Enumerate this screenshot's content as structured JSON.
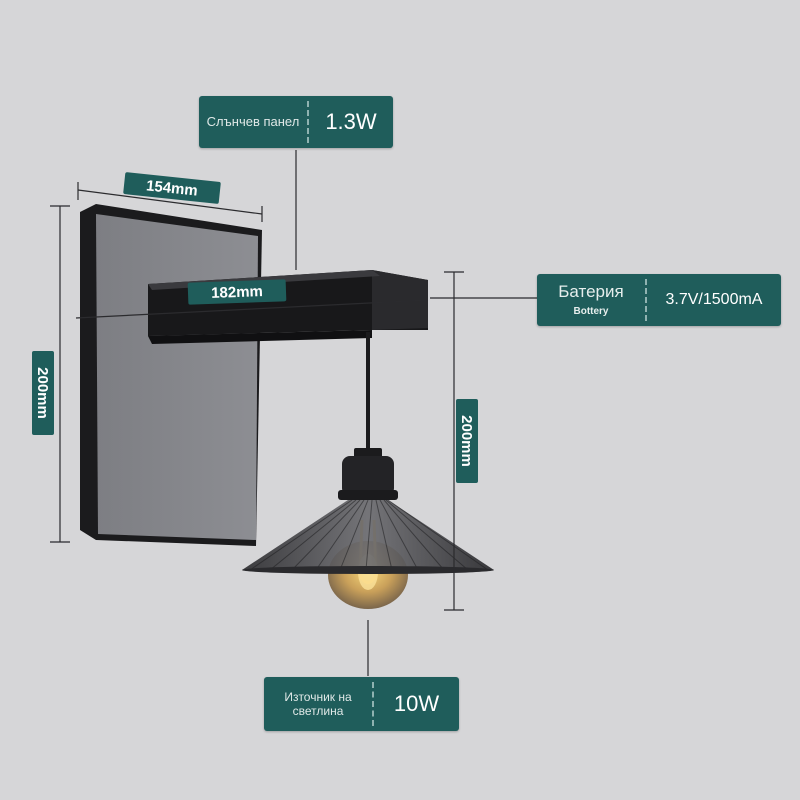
{
  "solar_panel": {
    "label": "Слънчев панел",
    "value": "1.3W"
  },
  "battery": {
    "label": "Батерия",
    "sublabel": "Bottery",
    "value": "3.7V/1500mA"
  },
  "light_source": {
    "label": "Източник на светлина",
    "value": "10W"
  },
  "dimensions": {
    "plate_width": "154mm",
    "arm_length": "182mm",
    "plate_height": "200mm",
    "lamp_height": "200mm"
  },
  "colors": {
    "background": "#d6d6d8",
    "label_teal": "#1f5d5b",
    "metal_black": "#1b1b1d",
    "bulb_glow": "#f2b84a"
  }
}
